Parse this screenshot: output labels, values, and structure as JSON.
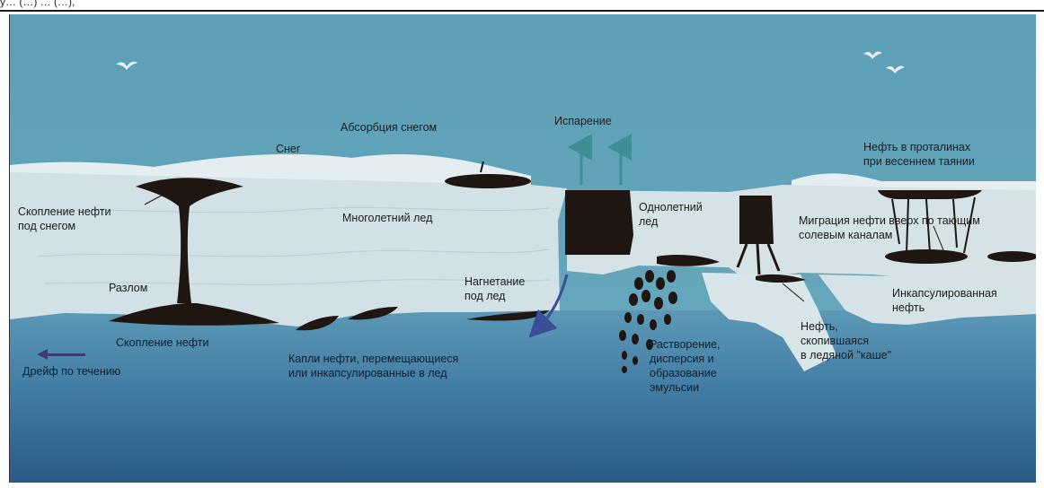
{
  "caption_fragment": "у… (…) … (…),",
  "colors": {
    "sky": "#5fa3ba",
    "snow": "#e6eff1",
    "multiyear_ice": "#d3e2e6",
    "water_top": "#5b97b5",
    "water_bottom": "#2b5e8a",
    "oil": "#1e1612",
    "evaporation_arrow": "#3e8e96",
    "drift_arrow": "#3b3c73"
  },
  "labels": {
    "snow": "Снег",
    "absorption": "Абсорбция снегом",
    "evaporation": "Испарение",
    "melt_ponds": "Нефть в проталинах\nпри весеннем таянии",
    "oil_under_snow": "Скопление нефти\nпод снегом",
    "multiyear_ice": "Многолетний лед",
    "first_year_ice": "Однолетний\nлед",
    "brine_migration": "Миграция нефти вверх по тающим\nсолевым каналам",
    "fracture": "Разлом",
    "pumping_under_ice": "Нагнетание\nпод лед",
    "encapsulated": "Инкапсулированная\nнефть",
    "oil_accumulation": "Скопление нефти",
    "drift": "Дрейф по течению",
    "droplets": "Капли нефти, перемещающиеся\nили инкапсулированные в лед",
    "dissolution": "Растворение,\nдисперсия и\nобразование\nэмульсии",
    "slush": "Нефть,\nскопившаяся\nв ледяной \"каше\""
  }
}
